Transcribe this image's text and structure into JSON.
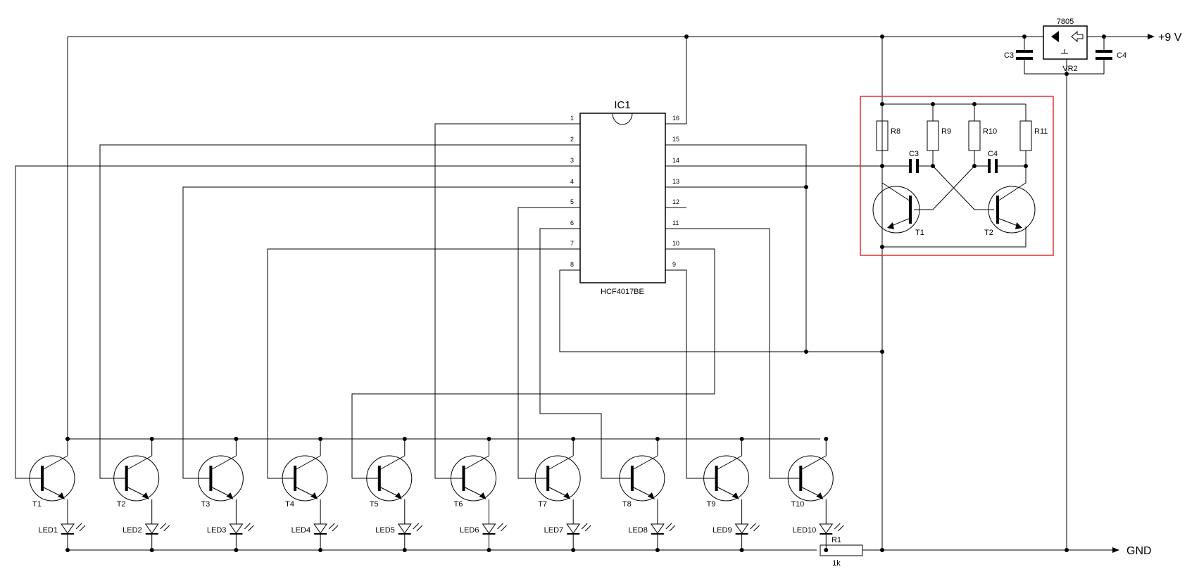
{
  "ic": {
    "name": "IC1",
    "part": "HCF4017BE",
    "left_pins": [
      "1",
      "2",
      "3",
      "4",
      "5",
      "6",
      "7",
      "8"
    ],
    "right_pins": [
      "16",
      "15",
      "14",
      "13",
      "12",
      "11",
      "10",
      "9"
    ]
  },
  "regulator": {
    "part": "7805",
    "ref": "VR2"
  },
  "supply": {
    "vplus": "+9 V",
    "gnd": "GND"
  },
  "caps": {
    "reg_in": "C3",
    "reg_out": "C4",
    "osc_1": "C3",
    "osc_2": "C4"
  },
  "osc_resistors": [
    "R8",
    "R9",
    "R10",
    "R11"
  ],
  "osc_transistors": [
    "T1",
    "T2"
  ],
  "transistors": [
    "T1",
    "T2",
    "T3",
    "T4",
    "T5",
    "T6",
    "T7",
    "T8",
    "T9",
    "T10"
  ],
  "leds": [
    "LED1",
    "LED2",
    "LED3",
    "LED4",
    "LED5",
    "LED6",
    "LED7",
    "LED8",
    "LED9",
    "LED10"
  ],
  "r1": {
    "ref": "R1",
    "value": "1k"
  },
  "colors": {
    "wire": "#000000",
    "highlight_box": "#e03030",
    "background": "#ffffff"
  }
}
